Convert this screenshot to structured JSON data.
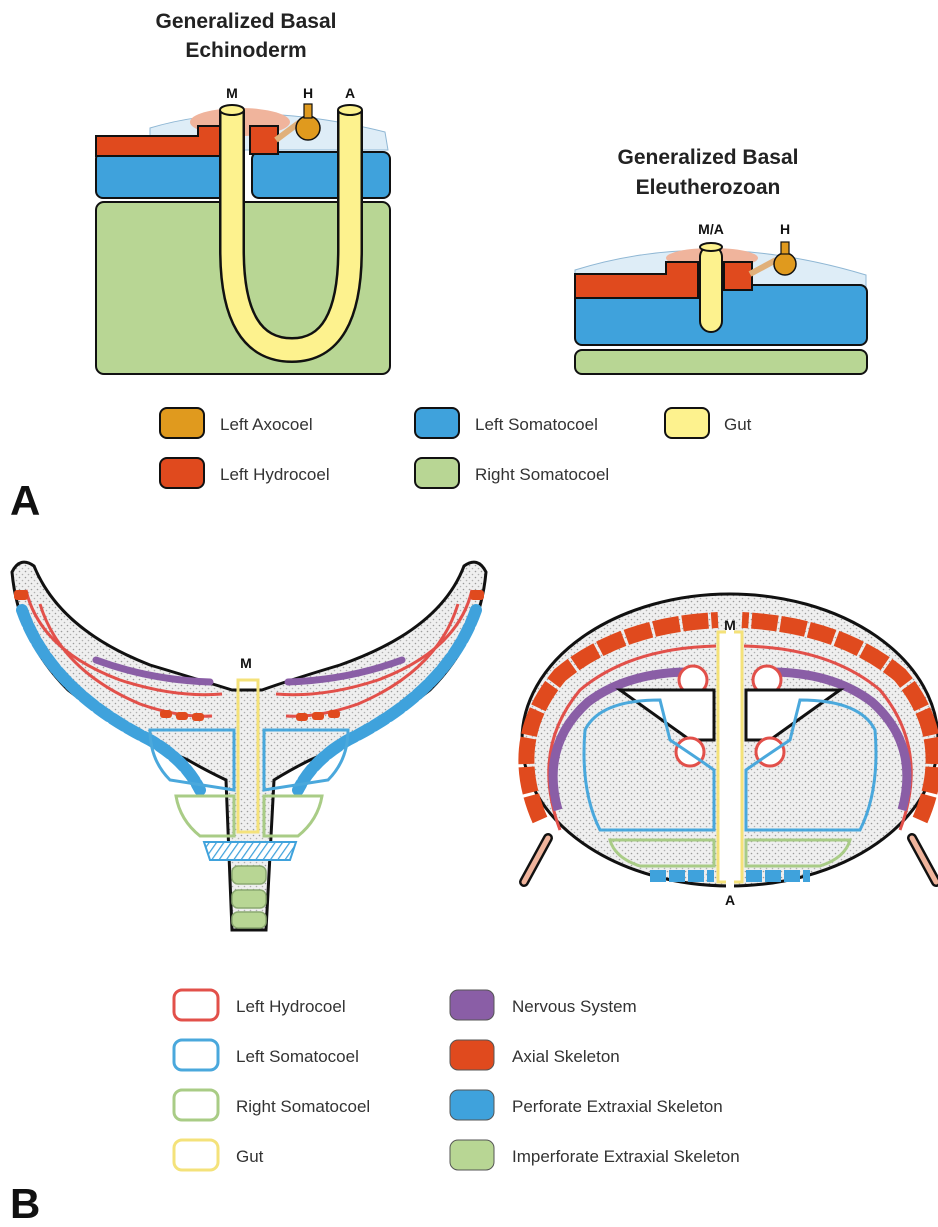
{
  "panel_a": {
    "letter": "A",
    "diagram_left": {
      "title_line1": "Generalized Basal",
      "title_line2": "Echinoderm",
      "label_m": "M",
      "label_h": "H",
      "label_a": "A"
    },
    "diagram_right": {
      "title_line1": "Generalized Basal",
      "title_line2": "Eleutherozoan",
      "label_ma": "M/A",
      "label_h": "H"
    },
    "legend": [
      {
        "label": "Left Axocoel",
        "color": "#e09a1e"
      },
      {
        "label": "Left Hydrocoel",
        "color": "#e04a1e"
      },
      {
        "label": "Left Somatocoel",
        "color": "#3fa2dc"
      },
      {
        "label": "Right Somatocoel",
        "color": "#b8d694"
      },
      {
        "label": "Gut",
        "color": "#fdf28e"
      }
    ]
  },
  "panel_b": {
    "letter": "B",
    "label_m_left": "M",
    "label_m_right": "M",
    "label_a_right": "A",
    "legend_outline": [
      {
        "label": "Left Hydrocoel",
        "color": "#e2504a"
      },
      {
        "label": "Left Somatocoel",
        "color": "#4aa8dc"
      },
      {
        "label": "Right Somatocoel",
        "color": "#a9cc86"
      },
      {
        "label": "Gut",
        "color": "#f4e27a"
      }
    ],
    "legend_filled": [
      {
        "label": "Nervous System",
        "color": "#8a5ea6"
      },
      {
        "label": "Axial Skeleton",
        "color": "#e04a1e"
      },
      {
        "label": "Perforate Extraxial Skeleton",
        "color": "#3fa2dc"
      },
      {
        "label": "Imperforate Extraxial Skeleton",
        "color": "#b8d694"
      }
    ]
  }
}
